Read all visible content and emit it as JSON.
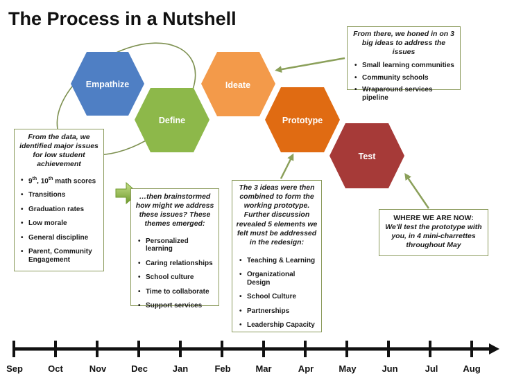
{
  "title": "The Process in a Nutshell",
  "stages": [
    {
      "label": "Empathize",
      "color": "#4f7fc4"
    },
    {
      "label": "Define",
      "color": "#8db84a"
    },
    {
      "label": "Ideate",
      "color": "#f39a4a"
    },
    {
      "label": "Prototype",
      "color": "#e06b12"
    },
    {
      "label": "Test",
      "color": "#a63a38"
    }
  ],
  "box_data": {
    "heading": "From the data, we identified major issues for low student achievement",
    "items": [
      "9th, 10th math scores",
      "Transitions",
      "Graduation rates",
      "Low morale",
      "General discipline",
      "Parent, Community Engagement"
    ]
  },
  "box_brainstorm": {
    "heading": "…then brainstormed how might we address these issues? These themes emerged:",
    "items": [
      "Personalized learning",
      "Caring relationships",
      "School culture",
      "Time to collaborate",
      "Support services"
    ]
  },
  "box_ideas": {
    "heading": "The 3 ideas were then combined to form the working prototype. Further discussion revealed 5 elements we felt must be addressed in the redesign:",
    "items": [
      "Teaching & Learning",
      "Organizational Design",
      "School Culture",
      "Partnerships",
      "Leadership Capacity"
    ]
  },
  "box_honed": {
    "heading": "From there, we honed in on 3 big ideas to address the issues",
    "items": [
      "Small learning communities",
      "Community schools",
      "Wraparound services pipeline"
    ]
  },
  "box_now": {
    "heading": "WHERE WE ARE NOW:",
    "text": "We'll test the prototype with you, in 4 mini-charrettes throughout May"
  },
  "timeline": [
    "Sep",
    "Oct",
    "Nov",
    "Dec",
    "Jan",
    "Feb",
    "Mar",
    "Apr",
    "May",
    "Jun",
    "Jul",
    "Aug"
  ]
}
